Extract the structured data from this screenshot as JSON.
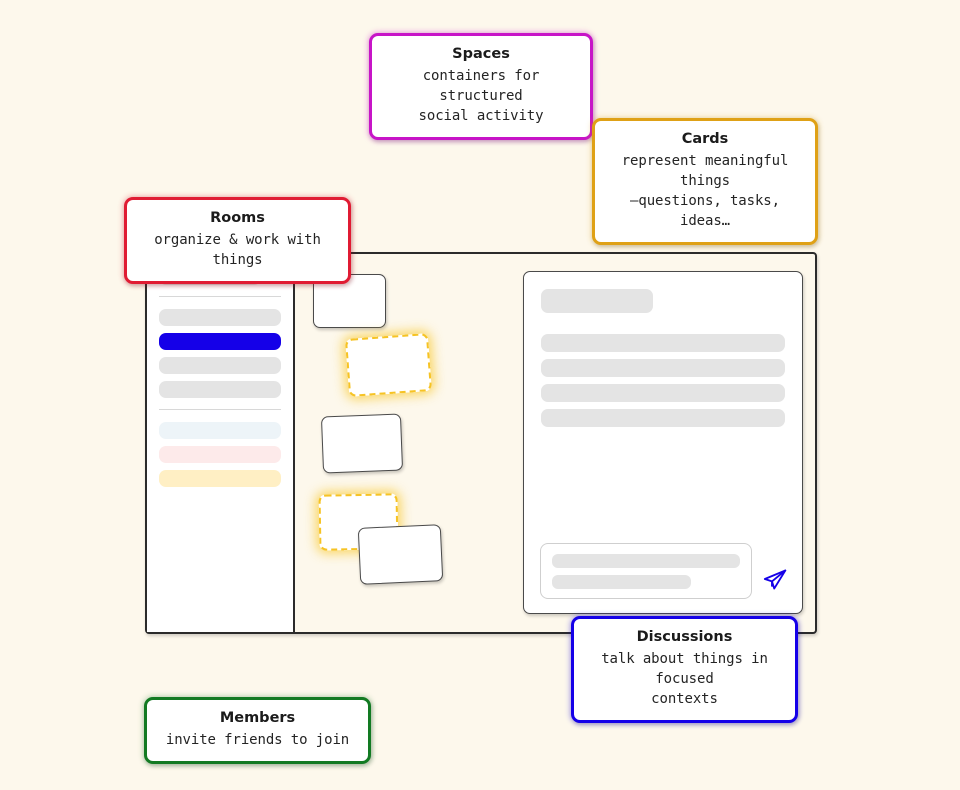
{
  "background_color": "#fdf8ec",
  "callouts": [
    {
      "key": "spaces",
      "title": "Spaces",
      "description_lines": [
        "containers for structured",
        "social activity"
      ],
      "border_color": "#c714c7"
    },
    {
      "key": "cards",
      "title": "Cards",
      "description_lines": [
        "represent meaningful things",
        "—questions, tasks, ideas…"
      ],
      "border_color": "#dfa116"
    },
    {
      "key": "rooms",
      "title": "Rooms",
      "description_lines": [
        "organize & work with things"
      ],
      "border_color": "#e01b33"
    },
    {
      "key": "discussions",
      "title": "Discussions",
      "description_lines": [
        "talk about things in focused",
        "contexts"
      ],
      "border_color": "#1500e8"
    },
    {
      "key": "members",
      "title": "Members",
      "description_lines": [
        "invite friends to join"
      ],
      "border_color": "#127a22"
    }
  ],
  "app_window": {
    "sidebar": {
      "items": [
        {
          "name": "workspace-header",
          "style": "placeholder",
          "color": "#e4e4e4"
        },
        {
          "name": "divider",
          "style": "divider",
          "color": "#d8d8d8"
        },
        {
          "name": "room-item-1",
          "style": "placeholder",
          "color": "#e4e4e4"
        },
        {
          "name": "room-item-2-selected",
          "style": "active",
          "color": "#1500e8"
        },
        {
          "name": "room-item-3",
          "style": "placeholder",
          "color": "#e4e4e4"
        },
        {
          "name": "room-item-4",
          "style": "placeholder",
          "color": "#e4e4e4"
        },
        {
          "name": "divider",
          "style": "divider",
          "color": "#d8d8d8"
        },
        {
          "name": "tag-item-blue",
          "style": "tint-blue",
          "color": "#edf4f8"
        },
        {
          "name": "tag-item-pink",
          "style": "tint-pink",
          "color": "#fdeaea"
        },
        {
          "name": "tag-item-yellow",
          "style": "tint-yellow",
          "color": "#ffefc4"
        }
      ]
    },
    "board": {
      "cards": [
        {
          "name": "card-1",
          "selected": false
        },
        {
          "name": "card-2",
          "selected": true
        },
        {
          "name": "card-3",
          "selected": false
        },
        {
          "name": "card-4",
          "selected": true
        },
        {
          "name": "card-5",
          "selected": false
        }
      ],
      "selected_card_border_color": "#f6c324"
    },
    "discussion_panel": {
      "title_placeholder": "",
      "message_line_count": 4,
      "composer": {
        "line_count": 2,
        "send_icon": "paper-plane-icon",
        "send_icon_color": "#1500e8"
      }
    }
  }
}
